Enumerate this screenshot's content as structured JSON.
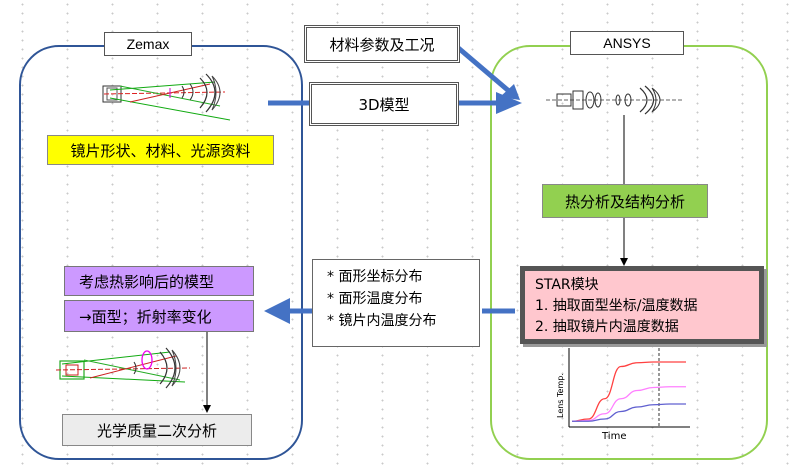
{
  "panels": {
    "zemax": {
      "title": "Zemax"
    },
    "ansys": {
      "title": "ANSYS"
    }
  },
  "boxes": {
    "material_params": "材料参数及工况",
    "model_3d": "3D模型",
    "lens_info": "镜片形状、材料、光源资料",
    "thermal_analysis": "热分析及结构分析",
    "thermal_model": "考虑热影响后的模型",
    "surface_index_change": "→面型；折射率变化",
    "secondary_analysis": "光学质量二次分析"
  },
  "output_list": [
    "* 面形坐标分布",
    "* 面形温度分布",
    "* 镜片内温度分布"
  ],
  "star_module": {
    "title": "STAR模块",
    "items": [
      "1.   抽取面型坐标/温度数据",
      "2.   抽取镜片内温度数据"
    ]
  },
  "chart_data": {
    "type": "line",
    "title": "",
    "xlabel": "Time",
    "ylabel": "Lens Temp.",
    "series": [
      {
        "values": [
          0.05,
          0.08,
          0.35,
          0.78,
          0.83,
          0.84,
          0.84,
          0.84
        ]
      },
      {
        "values": [
          0.05,
          0.06,
          0.15,
          0.35,
          0.46,
          0.5,
          0.51,
          0.51
        ]
      },
      {
        "values": [
          0.05,
          0.05,
          0.08,
          0.18,
          0.24,
          0.27,
          0.28,
          0.28
        ]
      }
    ],
    "x": [
      0,
      1,
      2,
      3,
      4,
      5,
      6,
      7
    ],
    "colors": [
      "#ff4040",
      "#ff80ff",
      "#6060d0"
    ],
    "grid": false
  },
  "colors": {
    "zemax_border": "#2f5597",
    "ansys_border": "#92d050",
    "arrow_blue": "#4472c4",
    "yellow_box": "#ffff00",
    "green_box": "#92d050",
    "purple_box": "#cc99ff",
    "star_box": "#ffc7ce"
  }
}
